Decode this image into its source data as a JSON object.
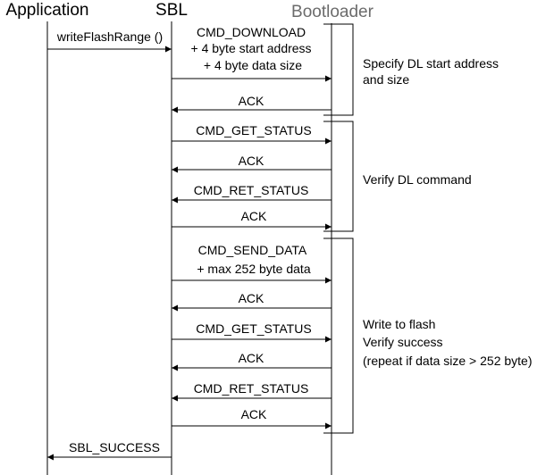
{
  "participants": {
    "application": "Application",
    "sbl": "SBL",
    "bootloader": "Bootloader"
  },
  "messages": [
    {
      "lines": [
        "writeFlashRange ()"
      ],
      "from": "application",
      "to": "sbl"
    },
    {
      "lines": [
        "CMD_DOWNLOAD",
        "+ 4 byte start address",
        "+ 4 byte data size"
      ],
      "from": "sbl",
      "to": "bootloader"
    },
    {
      "lines": [
        "ACK"
      ],
      "from": "bootloader",
      "to": "sbl"
    },
    {
      "lines": [
        "CMD_GET_STATUS"
      ],
      "from": "sbl",
      "to": "bootloader"
    },
    {
      "lines": [
        "ACK"
      ],
      "from": "bootloader",
      "to": "sbl"
    },
    {
      "lines": [
        "CMD_RET_STATUS"
      ],
      "from": "bootloader",
      "to": "sbl"
    },
    {
      "lines": [
        "ACK"
      ],
      "from": "sbl",
      "to": "bootloader"
    },
    {
      "lines": [
        "CMD_SEND_DATA",
        "+ max 252 byte data"
      ],
      "from": "sbl",
      "to": "bootloader"
    },
    {
      "lines": [
        "ACK"
      ],
      "from": "bootloader",
      "to": "sbl"
    },
    {
      "lines": [
        "CMD_GET_STATUS"
      ],
      "from": "sbl",
      "to": "bootloader"
    },
    {
      "lines": [
        "ACK"
      ],
      "from": "bootloader",
      "to": "sbl"
    },
    {
      "lines": [
        "CMD_RET_STATUS"
      ],
      "from": "bootloader",
      "to": "sbl"
    },
    {
      "lines": [
        "ACK"
      ],
      "from": "sbl",
      "to": "bootloader"
    },
    {
      "lines": [
        "SBL_SUCCESS"
      ],
      "from": "sbl",
      "to": "application"
    }
  ],
  "groups": [
    {
      "lines": [
        "Specify DL start address",
        "and size"
      ]
    },
    {
      "lines": [
        "Verify DL command"
      ]
    },
    {
      "lines": [
        "Write to flash",
        "Verify success",
        "(repeat if data  size > 252 byte)"
      ]
    }
  ]
}
